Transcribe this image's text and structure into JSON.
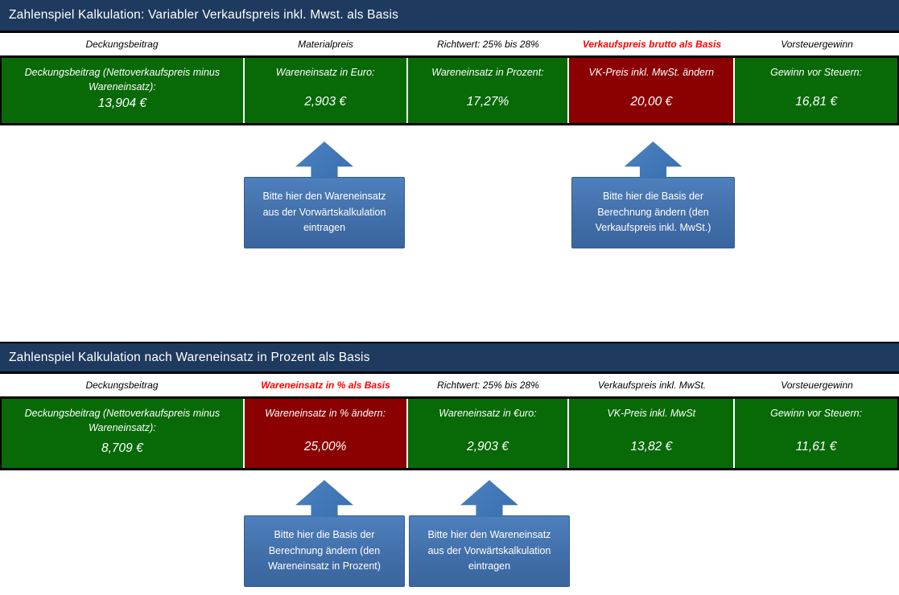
{
  "colors": {
    "title_bar_blue": "#1F3A5F",
    "cell_green": "#076A07",
    "cell_red": "#8B0000",
    "header_highlight_red": "#FF0000",
    "callout_blue": "#4E80BD",
    "callout_border_blue": "#2E5C94",
    "border_black": "#000000",
    "text_white": "#FFFFFF"
  },
  "sections": [
    {
      "title": "Zahlenspiel Kalkulation: Variabler Verkaufspreis inkl. Mwst. als Basis",
      "headers": [
        {
          "label": "Deckungsbeitrag"
        },
        {
          "label": "Materialpreis"
        },
        {
          "label": "Richtwert: 25% bis 28%"
        },
        {
          "label": "Verkaufspreis brutto als Basis",
          "highlight": true
        },
        {
          "label": "Vorsteuergewinn"
        }
      ],
      "cells": [
        {
          "label": "Deckungsbeitrag (Nettoverkaufspreis minus Wareneinsatz):",
          "value": "13,904 €",
          "type": "green"
        },
        {
          "label": "Wareneinsatz in Euro:",
          "value": "2,903 €",
          "type": "green"
        },
        {
          "label": "Wareneinsatz in Prozent:",
          "value": "17,27%",
          "type": "green"
        },
        {
          "label": "VK-Preis inkl. MwSt. ändern",
          "value": "20,00 €",
          "type": "red-input"
        },
        {
          "label": "Gewinn vor Steuern:",
          "value": "16,81 €",
          "type": "green"
        }
      ],
      "callouts": [
        {
          "text": "Bitte hier den Wareneinsatz aus der Vorwärtskalkulation eintragen"
        },
        {
          "text": "Bitte hier die Basis der Berechnung ändern (den Verkaufspreis inkl. MwSt.)"
        }
      ]
    },
    {
      "title": "Zahlenspiel Kalkulation nach Wareneinsatz in Prozent als Basis",
      "headers": [
        {
          "label": "Deckungsbeitrag"
        },
        {
          "label": "Wareneinsatz in % als Basis",
          "highlight": true
        },
        {
          "label": "Richtwert: 25% bis 28%"
        },
        {
          "label": "Verkaufspreis inkl. MwSt."
        },
        {
          "label": "Vorsteuergewinn"
        }
      ],
      "cells": [
        {
          "label": "Deckungsbeitrag (Nettoverkaufspreis minus Wareneinsatz):",
          "value": "8,709 €",
          "type": "green"
        },
        {
          "label": "Wareneinsatz in % ändern:",
          "value": "25,00%",
          "type": "red-input"
        },
        {
          "label": "Wareneinsatz in €uro:",
          "value": "2,903 €",
          "type": "green"
        },
        {
          "label": "VK-Preis inkl. MwSt",
          "value": "13,82 €",
          "type": "green"
        },
        {
          "label": "Gewinn vor Steuern:",
          "value": "11,61 €",
          "type": "green"
        }
      ],
      "callouts": [
        {
          "text": "Bitte hier die Basis der Berechnung ändern (den Wareneinsatz in Prozent)"
        },
        {
          "text": "Bitte hier den Wareneinsatz aus der Vorwärtskalkulation eintragen"
        }
      ]
    }
  ]
}
